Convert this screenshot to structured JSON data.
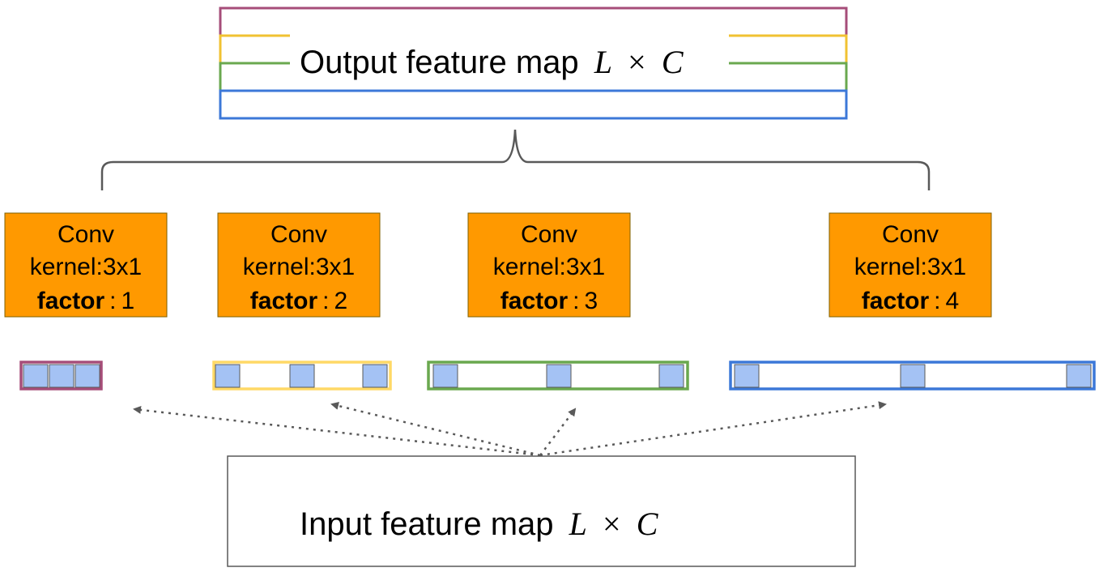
{
  "output_map": {
    "label": "Output feature map",
    "dim_l": "L",
    "dim_times": "×",
    "dim_c": "C",
    "stripe_colors": [
      "#a64d79",
      "#f1c232",
      "#6aa84f",
      "#3c78d8"
    ]
  },
  "input_map": {
    "label": "Input feature map",
    "dim_l": "L",
    "dim_times": "×",
    "dim_c": "C"
  },
  "conv_blocks": [
    {
      "title": "Conv",
      "kernel_label": "kernel",
      "kernel_sep": ":",
      "kernel_value": "3x1",
      "factor_label": "factor",
      "factor_sep": ":",
      "factor_value": "1"
    },
    {
      "title": "Conv",
      "kernel_label": "kernel",
      "kernel_sep": ":",
      "kernel_value": "3x1",
      "factor_label": "factor",
      "factor_sep": ":",
      "factor_value": "2"
    },
    {
      "title": "Conv",
      "kernel_label": "kernel",
      "kernel_sep": ":",
      "kernel_value": "3x1",
      "factor_label": "factor",
      "factor_sep": ":",
      "factor_value": "3"
    },
    {
      "title": "Conv",
      "kernel_label": "kernel",
      "kernel_sep": ":",
      "kernel_value": "3x1",
      "factor_label": "factor",
      "factor_sep": ":",
      "factor_value": "4"
    }
  ],
  "kernel_strips": [
    {
      "color": "#a64d79",
      "dilation": 1
    },
    {
      "color": "#ffd966",
      "dilation": 2
    },
    {
      "color": "#6aa84f",
      "dilation": 3
    },
    {
      "color": "#3c78d8",
      "dilation": 4
    }
  ],
  "colors": {
    "conv_fill": "#ff9900",
    "cell_fill": "#a4c2f4",
    "bracket": "#595959",
    "arrow": "#595959"
  }
}
